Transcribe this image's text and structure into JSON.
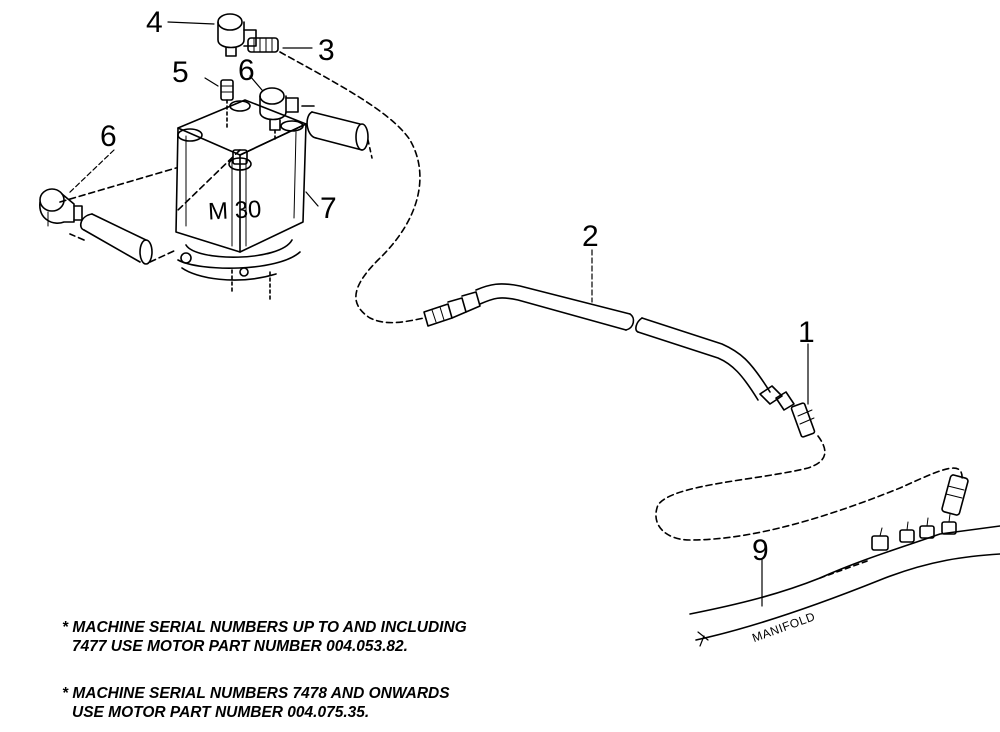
{
  "diagram": {
    "callouts": {
      "c1": "1",
      "c2": "2",
      "c3": "3",
      "c4": "4",
      "c5": "5",
      "c6a": "6",
      "c6b": "6",
      "c7": "7",
      "c9": "9"
    },
    "motor_label": "M 30",
    "manifold_label": "MANIFOLD"
  },
  "notes": [
    {
      "line1": "* MACHINE SERIAL NUMBERS UP TO AND INCLUDING",
      "line2": "7477 USE MOTOR PART NUMBER 004.053.82."
    },
    {
      "line1": "* MACHINE SERIAL NUMBERS 7478 AND ONWARDS",
      "line2": "USE MOTOR PART NUMBER 004.075.35."
    }
  ]
}
